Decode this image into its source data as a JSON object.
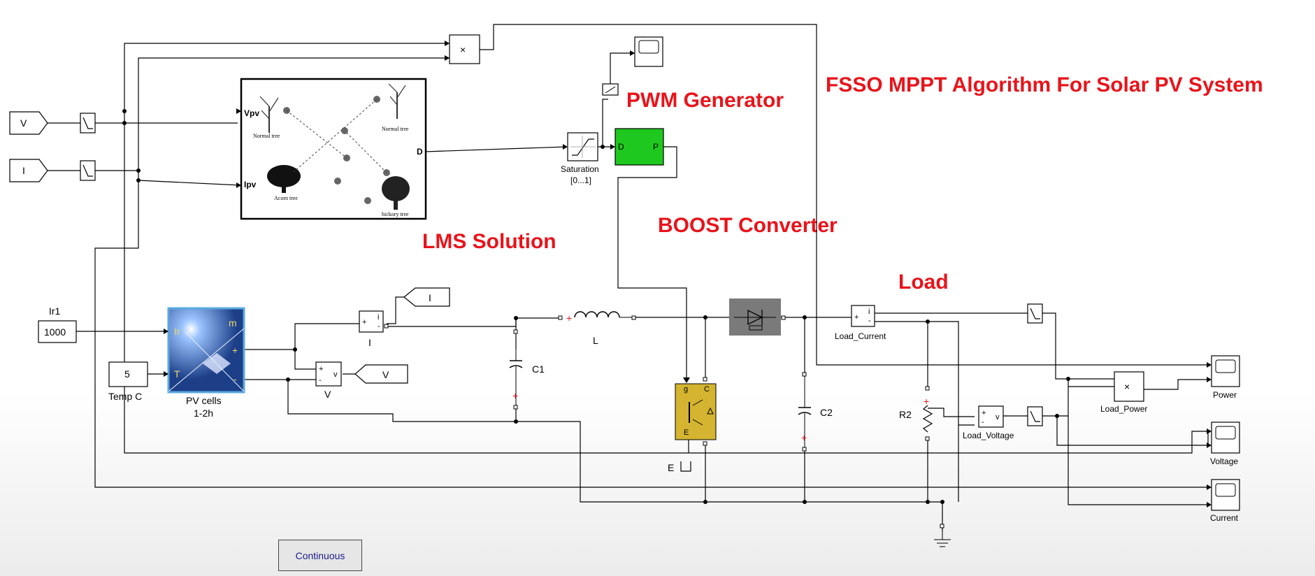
{
  "titles": {
    "main": "FSSO MPPT Algorithm For Solar PV System",
    "pwm": "PWM Generator",
    "boost": "BOOST Converter",
    "lms": "LMS Solution",
    "load": "Load"
  },
  "goto_tags": {
    "v": "V",
    "i": "I",
    "i_out": "I",
    "v_out": "V"
  },
  "constants": {
    "irradiance_name": "Ir1",
    "irradiance_value": "1000",
    "temp_value": "5",
    "temp_name": "Temp C"
  },
  "pv": {
    "name": "PV cells",
    "sub": "1-2h",
    "ports": {
      "ir": "Ir",
      "t": "T",
      "m": "m",
      "plus": "+",
      "minus": "-"
    }
  },
  "mppt_block": {
    "port_vpv": "Vpv",
    "port_ipv": "Ipv",
    "port_d": "D",
    "trees": {
      "normal_left": "Normal tree",
      "normal_right": "Normal tree",
      "acorn": "Acorn tree",
      "hickory": "hickory tree"
    }
  },
  "saturation": {
    "name": "Saturation",
    "range": "[0...1]"
  },
  "pwm_ports": {
    "in": "D",
    "out": "P"
  },
  "components": {
    "current_meas": "I",
    "voltage_meas": "V",
    "c1": "C1",
    "inductor": "L",
    "c2": "C2",
    "r2": "R2",
    "igbt_terminal": "E",
    "igbt_g": "g",
    "igbt_c": "C",
    "igbt_e": "E",
    "load_current": "Load_Current",
    "load_voltage": "Load_Voltage",
    "load_power": "Load_Power"
  },
  "meas_ports": {
    "i": "i",
    "v": "v",
    "plus": "+",
    "minus": "-"
  },
  "product_symbol": "×",
  "scopes": {
    "power": "Power",
    "voltage": "Voltage",
    "current": "Current"
  },
  "solver_button": "Continuous",
  "colors": {
    "title_red": "#e8141b",
    "pwm_green": "#1ec81e",
    "igbt_gold": "#d4b430",
    "diode_gray": "#7a7a7a",
    "pv_blue": "#2a5aa8"
  }
}
